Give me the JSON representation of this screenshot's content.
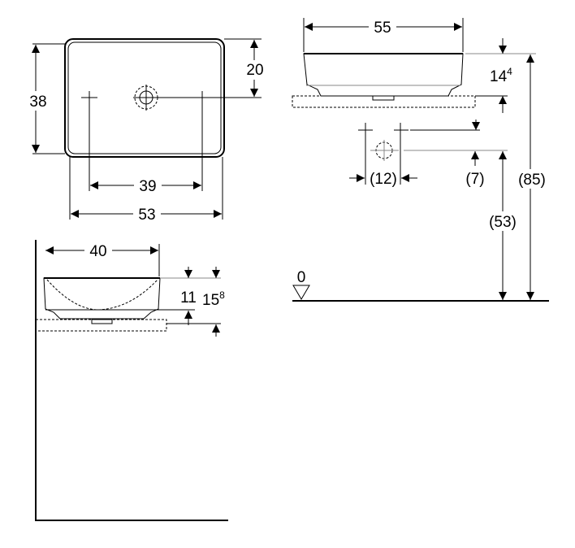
{
  "top_view": {
    "depth": "38",
    "tap_offset": "20",
    "tap_spacing": "39",
    "width": "53"
  },
  "front_view": {
    "width": "55",
    "height_main": "14",
    "height_sup": "4",
    "tap_spacing": "(12)",
    "drain_offset": "(7)",
    "drain_height": "(53)",
    "total_height": "(85)",
    "floor_level": "0"
  },
  "side_view": {
    "depth": "40",
    "bowl_height": "11",
    "height_main": "15",
    "height_sup": "8"
  }
}
